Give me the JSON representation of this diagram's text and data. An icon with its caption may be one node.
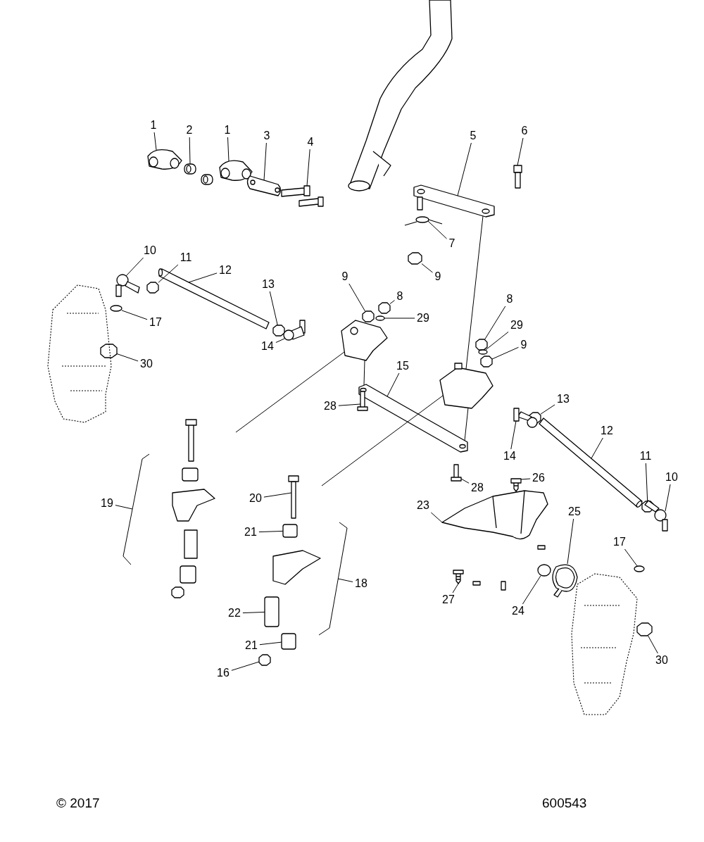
{
  "diagram": {
    "nodes": [
      {
        "text": [
          "1"
        ]
      },
      {
        "text": [
          "2"
        ]
      },
      {
        "text": [
          "1"
        ]
      },
      {
        "text": [
          "3"
        ]
      },
      {
        "text": [
          "4"
        ]
      },
      {
        "text": [
          "5"
        ]
      },
      {
        "text": [
          "6"
        ]
      },
      {
        "text": [
          "7"
        ]
      },
      {
        "text": [
          "9"
        ]
      },
      {
        "text": [
          "10"
        ]
      },
      {
        "text": [
          "11"
        ]
      },
      {
        "text": [
          "12"
        ]
      },
      {
        "text": [
          "13"
        ]
      },
      {
        "text": [
          "14"
        ]
      },
      {
        "text": [
          "17"
        ]
      },
      {
        "text": [
          "30"
        ]
      },
      {
        "text": [
          "9"
        ]
      },
      {
        "text": [
          "8"
        ]
      },
      {
        "text": [
          "29"
        ]
      },
      {
        "text": [
          "8"
        ]
      },
      {
        "text": [
          "29"
        ]
      },
      {
        "text": [
          "9"
        ]
      },
      {
        "text": [
          "15"
        ]
      },
      {
        "text": [
          "13"
        ]
      },
      {
        "text": [
          "14"
        ]
      },
      {
        "text": [
          "12"
        ]
      },
      {
        "text": [
          "28"
        ]
      },
      {
        "text": [
          "28"
        ]
      },
      {
        "text": [
          "11"
        ]
      },
      {
        "text": [
          "10"
        ]
      },
      {
        "text": [
          "26"
        ]
      },
      {
        "text": [
          "25"
        ]
      },
      {
        "text": [
          "23"
        ]
      },
      {
        "text": [
          "17"
        ]
      },
      {
        "text": [
          "19"
        ]
      },
      {
        "text": [
          "20"
        ]
      },
      {
        "text": [
          "21"
        ]
      },
      {
        "text": [
          "18"
        ]
      },
      {
        "text": [
          "27"
        ]
      },
      {
        "text": [
          "24"
        ]
      },
      {
        "text": [
          "22"
        ]
      },
      {
        "text": [
          "21"
        ]
      },
      {
        "text": [
          "16"
        ]
      },
      {
        "text": [
          "30"
        ]
      },
      {
        "text": [],
        "shape": "picture"
      },
      {
        "text": [],
        "shape": "picture"
      },
      {
        "text": [],
        "shape": "picture"
      },
      {
        "text": [],
        "shape": "picture"
      },
      {
        "text": [],
        "shape": "picture"
      },
      {
        "text": [],
        "shape": "picture"
      },
      {
        "text": [],
        "shape": "picture"
      },
      {
        "text": [],
        "shape": "picture"
      },
      {
        "text": [],
        "shape": "hexagon"
      },
      {
        "text": [],
        "shape": "picture"
      },
      {
        "text": [],
        "shape": "hexagon"
      },
      {
        "text": [],
        "shape": "picture"
      },
      {
        "text": [],
        "shape": "hexagon"
      },
      {
        "text": [],
        "shape": "picture"
      },
      {
        "text": [],
        "shape": "ellipse"
      },
      {
        "text": [],
        "shape": "hexagon"
      },
      {
        "text": [],
        "shape": "hexagon"
      },
      {
        "text": [],
        "shape": "hexagon"
      },
      {
        "text": [],
        "shape": "ellipse"
      },
      {
        "text": [],
        "shape": "hexagon"
      },
      {
        "text": [],
        "shape": "ellipse"
      },
      {
        "text": [],
        "shape": "hexagon"
      },
      {
        "text": [],
        "shape": "picture"
      },
      {
        "text": [],
        "shape": "hexagon"
      },
      {
        "text": [],
        "shape": "picture"
      },
      {
        "text": [],
        "shape": "picture"
      },
      {
        "text": [],
        "shape": "picture"
      },
      {
        "text": [],
        "shape": "picture"
      },
      {
        "text": [],
        "shape": "hexagon"
      },
      {
        "text": [],
        "shape": "picture"
      },
      {
        "text": [],
        "shape": "picture"
      },
      {
        "text": [],
        "shape": "picture"
      },
      {
        "text": [],
        "shape": "picture"
      },
      {
        "text": [],
        "shape": "ellipse"
      },
      {
        "text": [],
        "shape": "picture"
      },
      {
        "text": [],
        "shape": "box"
      },
      {
        "text": [],
        "shape": "picture"
      },
      {
        "text": [],
        "shape": "ellipse"
      },
      {
        "text": [],
        "shape": "box"
      },
      {
        "text": [],
        "shape": "box"
      },
      {
        "text": [],
        "shape": "hexagon"
      },
      {
        "text": [],
        "shape": "hexagon"
      },
      {
        "text": [],
        "shape": "picture"
      },
      {
        "text": [],
        "shape": "picture"
      }
    ],
    "edges": [
      {
        "from": 0,
        "to": 44,
        "arrow": "none"
      },
      {
        "from": 1,
        "to": 45,
        "arrow": "none"
      },
      {
        "from": 2,
        "to": 46,
        "arrow": "none"
      },
      {
        "from": 3,
        "to": 47,
        "arrow": "none"
      },
      {
        "from": 4,
        "to": 48,
        "arrow": "none"
      },
      {
        "from": 5,
        "to": 49,
        "arrow": "none"
      },
      {
        "from": 6,
        "to": 50,
        "arrow": "none"
      },
      {
        "from": 7,
        "to": 51,
        "arrow": "none"
      },
      {
        "from": 8,
        "to": 52,
        "arrow": "none"
      },
      {
        "from": 9,
        "to": 53,
        "arrow": "none"
      },
      {
        "from": 10,
        "to": 54,
        "arrow": "none"
      },
      {
        "from": 11,
        "to": 55,
        "arrow": "none"
      },
      {
        "from": 12,
        "to": 56,
        "arrow": "none"
      },
      {
        "from": 13,
        "to": 57,
        "arrow": "none"
      },
      {
        "from": 14,
        "to": 58,
        "arrow": "none"
      },
      {
        "from": 15,
        "to": 59,
        "arrow": "none"
      },
      {
        "from": 16,
        "to": 60,
        "arrow": "none"
      },
      {
        "from": 17,
        "to": 61,
        "arrow": "none"
      },
      {
        "from": 18,
        "to": 62,
        "arrow": "none"
      },
      {
        "from": 19,
        "to": 63,
        "arrow": "none"
      },
      {
        "from": 20,
        "to": 64,
        "arrow": "none"
      },
      {
        "from": 21,
        "to": 65,
        "arrow": "none"
      },
      {
        "from": 22,
        "to": 66,
        "arrow": "none"
      },
      {
        "from": 23,
        "to": 67,
        "arrow": "none"
      },
      {
        "from": 24,
        "to": 68,
        "arrow": "none"
      },
      {
        "from": 25,
        "to": 69,
        "arrow": "none"
      },
      {
        "from": 26,
        "to": 70,
        "arrow": "none"
      },
      {
        "from": 27,
        "to": 71,
        "arrow": "none"
      },
      {
        "from": 28,
        "to": 72,
        "arrow": "none"
      },
      {
        "from": 29,
        "to": 73,
        "arrow": "none"
      },
      {
        "from": 30,
        "to": 74,
        "arrow": "none"
      },
      {
        "from": 31,
        "to": 75,
        "arrow": "none"
      },
      {
        "from": 32,
        "to": 76,
        "arrow": "none"
      },
      {
        "from": 33,
        "to": 77,
        "arrow": "none"
      },
      {
        "from": 34,
        "to": null,
        "arrow": "none"
      },
      {
        "from": 35,
        "to": 78,
        "arrow": "none"
      },
      {
        "from": 36,
        "to": 79,
        "arrow": "none"
      },
      {
        "from": 37,
        "to": null,
        "arrow": "none"
      },
      {
        "from": 38,
        "to": 80,
        "arrow": "none"
      },
      {
        "from": 39,
        "to": 81,
        "arrow": "none"
      },
      {
        "from": 40,
        "to": 82,
        "arrow": "none"
      },
      {
        "from": 41,
        "to": 83,
        "arrow": "none"
      },
      {
        "from": 42,
        "to": 84,
        "arrow": "none"
      },
      {
        "from": 43,
        "to": 85,
        "arrow": "none"
      },
      {
        "from": 86,
        "to": null,
        "arrow": "none"
      },
      {
        "from": 86,
        "to": 66,
        "arrow": "none"
      },
      {
        "from": 49,
        "to": 87,
        "arrow": "none"
      },
      {
        "from": 87,
        "to": 66,
        "arrow": "none"
      },
      {
        "from": 87,
        "to": null,
        "arrow": "none"
      }
    ],
    "labels": [
      "© 2017",
      "600543"
    ]
  }
}
